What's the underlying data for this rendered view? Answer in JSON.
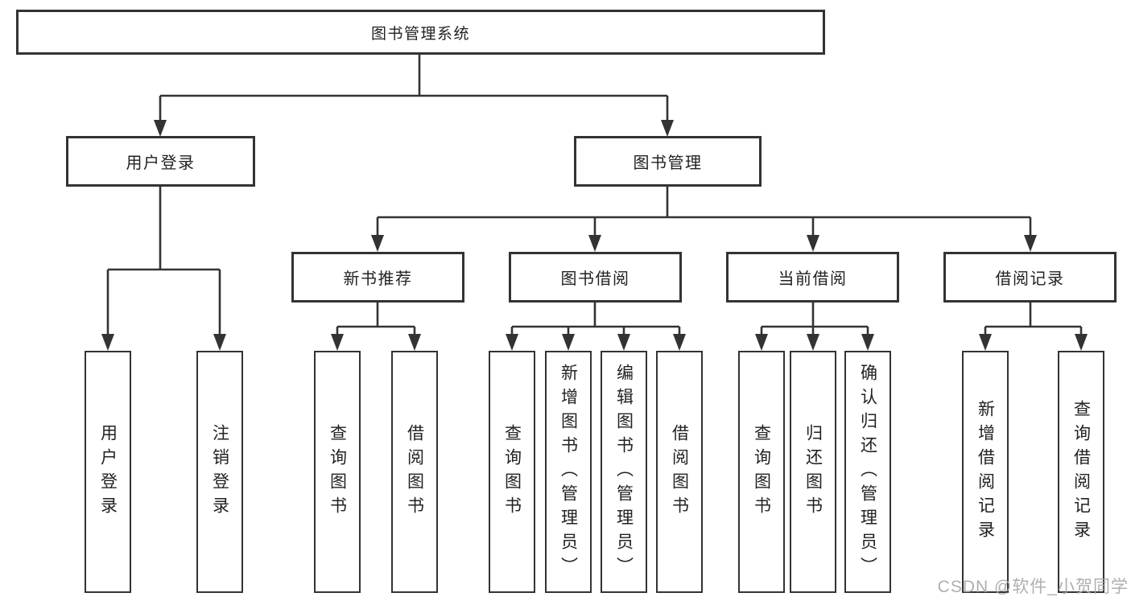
{
  "tree": {
    "root": {
      "label": "图书管理系统"
    },
    "branches": [
      {
        "label": "用户登录",
        "leaves": [
          {
            "label": "用户登录"
          },
          {
            "label": "注销登录"
          }
        ]
      },
      {
        "label": "图书管理",
        "groups": [
          {
            "label": "新书推荐",
            "leaves": [
              {
                "label": "查询图书"
              },
              {
                "label": "借阅图书"
              }
            ]
          },
          {
            "label": "图书借阅",
            "leaves": [
              {
                "label": "查询图书"
              },
              {
                "label": "新增图书（管理员）"
              },
              {
                "label": "编辑图书（管理员）"
              },
              {
                "label": "借阅图书"
              }
            ]
          },
          {
            "label": "当前借阅",
            "leaves": [
              {
                "label": "查询图书"
              },
              {
                "label": "归还图书"
              },
              {
                "label": "确认归还（管理员）"
              }
            ]
          },
          {
            "label": "借阅记录",
            "leaves": [
              {
                "label": "新增借阅记录"
              },
              {
                "label": "查询借阅记录"
              }
            ]
          }
        ]
      }
    ]
  },
  "watermark": "CSDN @软件_小贺同学",
  "colors": {
    "line": "#333333",
    "box_border": "#333333",
    "text": "#222222",
    "watermark": "#a8a8a8",
    "background": "#ffffff"
  }
}
